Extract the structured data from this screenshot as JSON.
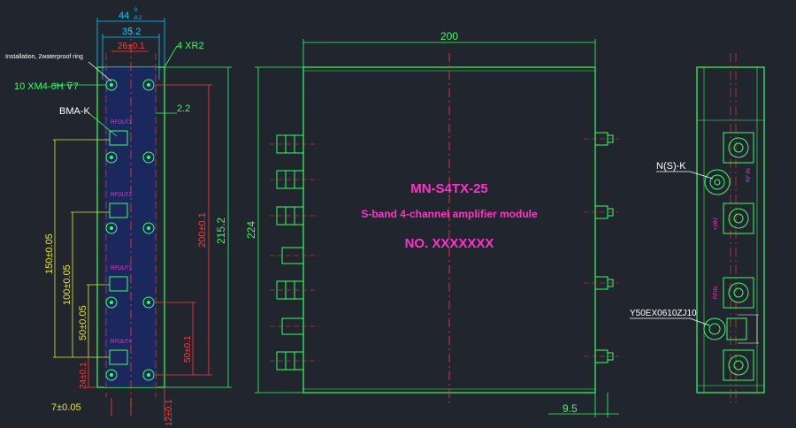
{
  "colors": {
    "background": "#21262e",
    "outline": "#33ff66",
    "dimension_cyan": "#00c8ff",
    "dimension_yellow": "#e6e633",
    "dimension_red": "#ff3b3b",
    "label_magenta": "#ff33cc",
    "label_white": "#ffffff"
  },
  "left_view": {
    "annotation_installation": "Installation, 2waterproof ring",
    "dim_width_44": "44",
    "dim_width_44_tol_upper": "0",
    "dim_width_44_tol_lower": "-0.2",
    "dim_35_2": "35.2",
    "dim_26": "26±0.1",
    "dim_4xr2": "4 XR2",
    "dim_thread": "10 XM4-6H ⊽7",
    "connector_label": "BMA-K",
    "dim_2_2": "2.2",
    "port_labels": [
      "RFOUT1",
      "RFOUT2",
      "RFOUT3",
      "RFOUT4"
    ],
    "dim_150": "150±0.05",
    "dim_100": "100±0.05",
    "dim_50_left": "50±0.05",
    "dim_24": "24±0.1",
    "dim_7": "7±0.05",
    "dim_12": "12±0.1",
    "dim_200": "200±0.1",
    "dim_215_2": "215.2",
    "dim_50_right": "50±0.1"
  },
  "front_view": {
    "dim_200": "200",
    "dim_224": "224",
    "dim_9_5": "9.5",
    "model_number": "MN-S4TX-25",
    "description": "S-band 4-channel amplifier module",
    "serial_number": "NO. XXXXXXX"
  },
  "right_view": {
    "connector_label": "N(S)-K",
    "power_connector_label": "Y50EX0610ZJ10",
    "port_labels": [
      "RF IN",
      "+28V",
      "RFIN"
    ]
  }
}
